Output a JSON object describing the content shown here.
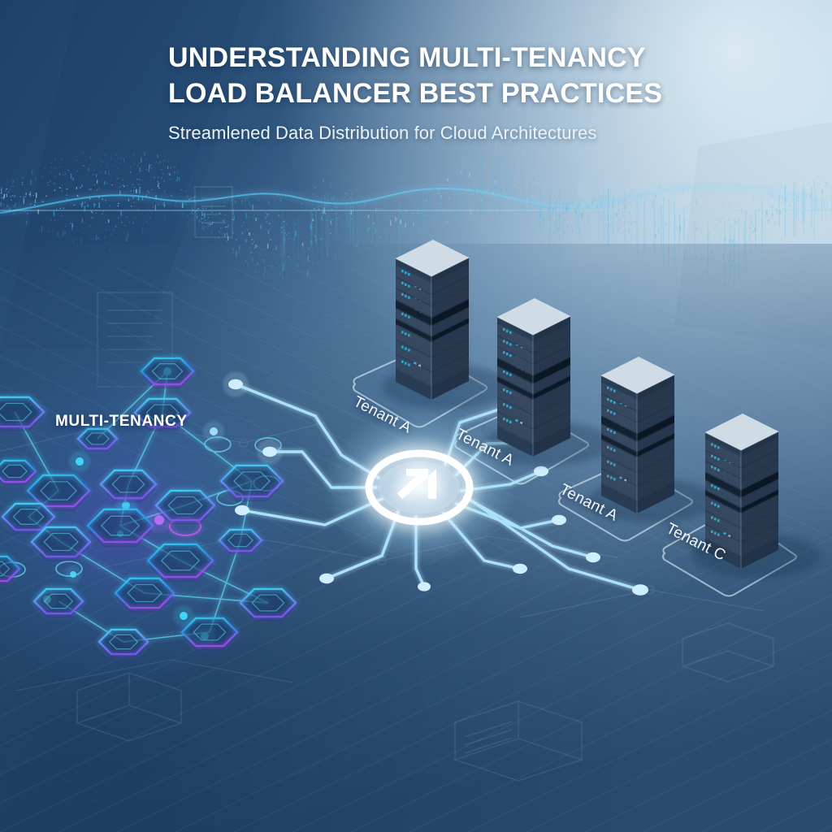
{
  "header": {
    "title_line1": "UNDERSTANDING MULTI-TENANCY",
    "title_line2": "LOAD BALANCER BEST PRACTICES",
    "subtitle": "Streamlened Data Distribution for Cloud Architectures"
  },
  "network": {
    "cluster_label": "MULTI-TENANCY"
  },
  "tenants": [
    {
      "label": "Tenant A"
    },
    {
      "label": "Tenant A"
    },
    {
      "label": "Tenant A"
    },
    {
      "label": "Tenant C"
    }
  ],
  "hub": {
    "icon": "arrow-up-right-icon"
  },
  "colors": {
    "bg_dark_navy": "#1e4068",
    "bg_light_blue": "#b9d5e6",
    "accent_cyan": "#9fdcf5",
    "accent_bright_cyan": "#2fc3f0",
    "accent_violet": "#8a4ff0",
    "rack_body": "#2a3d55",
    "rack_top": "#c3d2de",
    "hub_glow": "#ffffff",
    "text_primary": "#ffffff",
    "text_secondary": "#eaf3fb"
  }
}
